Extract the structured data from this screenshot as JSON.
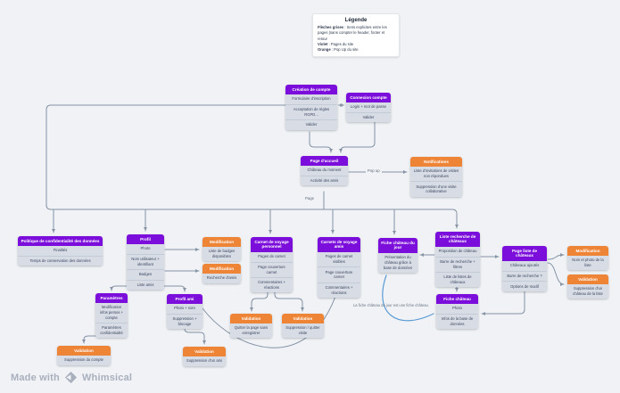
{
  "legend": {
    "title": "Légende",
    "entries": [
      {
        "term": "Flèches grises",
        "text": " : Sens explicites entre les pages (sans compter le header, footer et retour"
      },
      {
        "term": "Violet",
        "text": " : Pages du site"
      },
      {
        "term": "Orange",
        "text": " : Pop Up du site"
      }
    ]
  },
  "colors": {
    "page_header": "#7C0EDB",
    "popup_header": "#EE8435",
    "node_body": "#D7DCE5",
    "connector": "#8593A5",
    "annotation_connector": "#5B9BD5",
    "canvas_bg": "#F0F2F5"
  },
  "edge_labels": {
    "pop_up": "Pop up",
    "page": "Page"
  },
  "annotation": {
    "text": "La fiche château du jour est une fiche château."
  },
  "watermark": {
    "prefix": "Made with",
    "brand": "Whimsical"
  },
  "nodes": {
    "creation": {
      "type": "page",
      "title": "Création de compte",
      "items": [
        "Formulaire d'inscription",
        "Acceptation de règles RGPD...",
        "Valider"
      ]
    },
    "connexion": {
      "type": "page",
      "title": "Connexion compte",
      "items": [
        "Login + mot de passe",
        "Valider"
      ]
    },
    "accueil": {
      "type": "page",
      "title": "Page d'accueil",
      "items": [
        "Château du moment",
        "Activité des amis"
      ]
    },
    "notifications": {
      "type": "popup",
      "title": "Notifications",
      "items": [
        "Liste d'invitations de visites non répondues",
        "Suppression d'une visite collaborative"
      ]
    },
    "politique": {
      "type": "page",
      "title": "Politique de confidentialité des données",
      "items": [
        "Finalités",
        "Temps de conservation des données"
      ]
    },
    "profil": {
      "type": "page",
      "title": "Profil",
      "items": [
        "Photo",
        "Nom utilisateur + identifiant",
        "Badges",
        "Liste amis"
      ]
    },
    "modifBadges": {
      "type": "popup",
      "title": "Modification",
      "items": [
        "Liste de badges disponibles"
      ]
    },
    "modifAmis": {
      "type": "popup",
      "title": "Modification",
      "items": [
        "Recherche d'amis"
      ]
    },
    "carnetPerso": {
      "type": "page",
      "title": "Carnet de voyage personnel",
      "items": [
        "Pages de carnet",
        "Page couverture carnet",
        "Commentaires + réactions"
      ]
    },
    "carnetsAmis": {
      "type": "page",
      "title": "Carnets de voyage amis",
      "items": [
        "Pages de carnet visibles",
        "Page couverture carnet",
        "Commentaires + réactions"
      ]
    },
    "ficheJour": {
      "type": "page",
      "title": "Fiche château du jour",
      "items": [
        "Présentation du château grâce à base de données"
      ]
    },
    "listeRecherche": {
      "type": "page",
      "title": "Liste recherche de châteaux",
      "items": [
        "Proposition de château",
        "Barre de recherche + filtres",
        "Liste de listes de châteaux"
      ]
    },
    "pageListe": {
      "type": "page",
      "title": "Page liste de châteaux",
      "items": [
        "Châteaux ajoutés",
        "Barre de recherche ?",
        "Options de modif"
      ]
    },
    "modifListe": {
      "type": "popup",
      "title": "Modification",
      "items": [
        "Nom et photo de la liste"
      ]
    },
    "validSupprChateau": {
      "type": "popup",
      "title": "Validation",
      "items": [
        "Suppression d'un château de la liste"
      ]
    },
    "ficheChateau": {
      "type": "page",
      "title": "Fiche château",
      "items": [
        "Photo",
        "Infos de la base de données"
      ]
    },
    "parametres": {
      "type": "page",
      "title": "Paramètres",
      "items": [
        "Modification infos persos + compte",
        "Paramètres confidentialité"
      ]
    },
    "profilAmi": {
      "type": "page",
      "title": "Profil ami",
      "items": [
        "Photo + nom",
        "Suppression + blocage"
      ]
    },
    "validCompte": {
      "type": "popup",
      "title": "Validation",
      "items": [
        "Suppression du compte"
      ]
    },
    "validAmi": {
      "type": "popup",
      "title": "Validation",
      "items": [
        "Suppression d'un ami"
      ]
    },
    "validQuitter": {
      "type": "popup",
      "title": "Validation",
      "items": [
        "Quitter la page sans enregistrer"
      ]
    },
    "validVisite": {
      "type": "popup",
      "title": "Validation",
      "items": [
        "Suppression / quitter visite"
      ]
    }
  }
}
